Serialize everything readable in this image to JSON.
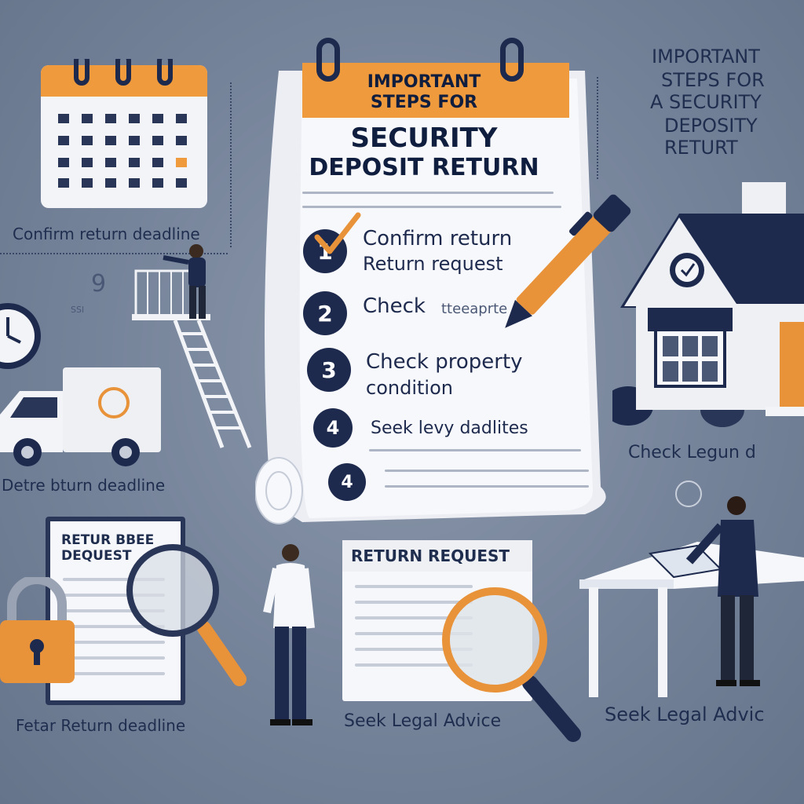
{
  "poster": {
    "title_line1": "IMPORTANT",
    "title_line2": "STEPS FOR",
    "title_line3": "SECURITY",
    "title_line4": "DEPOSIT RETURN",
    "steps": [
      {
        "number": "1",
        "line1": "Confirm return",
        "line2": "Return request"
      },
      {
        "number": "2",
        "line1": "Check",
        "line2": "tteeaprte"
      },
      {
        "number": "3",
        "line1": "Check property",
        "line2": "condition"
      },
      {
        "number": "4",
        "line1": "Seek levy dadlites",
        "line2": ""
      },
      {
        "number": "4",
        "line1": "",
        "line2": ""
      }
    ]
  },
  "top_right_heading": {
    "line1": "IMPORTANT",
    "line2": "STEPS FOR",
    "line3": "A SECURITY",
    "line4": "DEPOSITY",
    "line5": "RETURT"
  },
  "captions": {
    "calendar": "Confirm return deadline",
    "truck": "Detre bturn deadline",
    "document": "Fetar Return deadline",
    "return_request_doc_title": "RETURN REQUEST",
    "seek_advice_center": "Seek Legal Advice",
    "house": "Check Legun d",
    "seek_advice_right": "Seek Legal Advic"
  },
  "document_left": {
    "title_line1": "RETUR BBEE",
    "title_line2": "DEQUEST"
  },
  "decor": {
    "small_nine": "9",
    "small_label": "SSl"
  },
  "colors": {
    "background": "#75839a",
    "navy": "#1d2a4e",
    "orange": "#e8923a",
    "paper": "#f7f8fb"
  }
}
